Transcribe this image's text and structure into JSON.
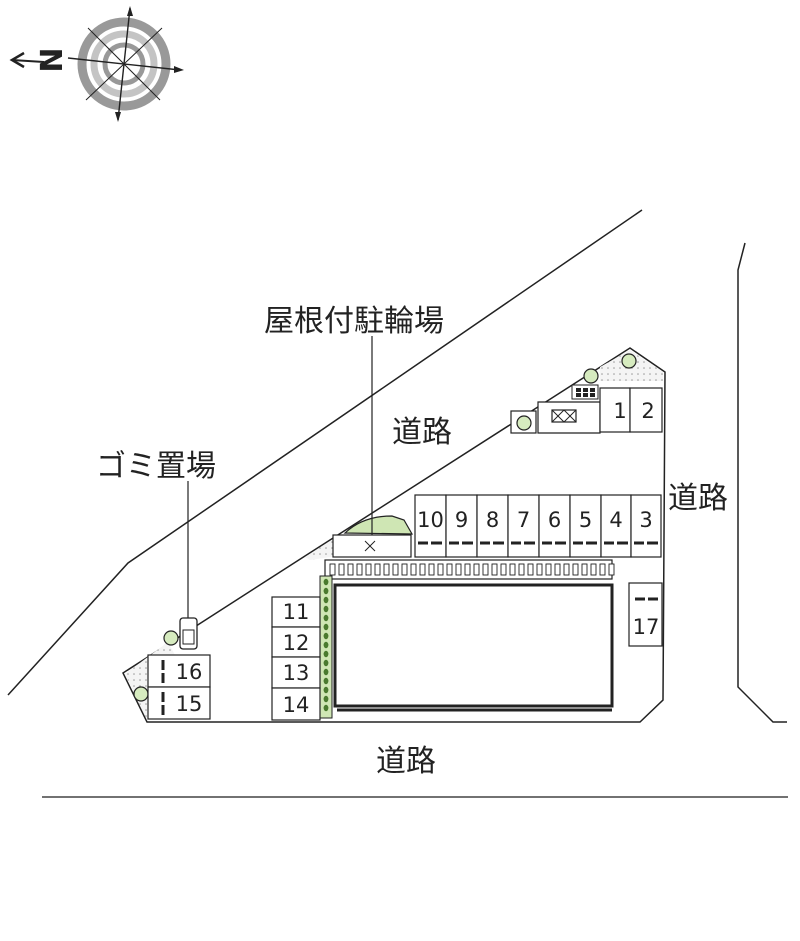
{
  "compass": {
    "north_label": "N",
    "icon": "compass-rose-icon"
  },
  "labels": {
    "covered_bicycle_parking": "屋根付駐輪場",
    "garbage_area": "ゴミ置場",
    "road_center": "道路",
    "road_right": "道路",
    "road_bottom": "道路"
  },
  "parking_spaces": [
    "1",
    "2",
    "3",
    "4",
    "5",
    "6",
    "7",
    "8",
    "9",
    "10",
    "11",
    "12",
    "13",
    "14",
    "15",
    "16",
    "17"
  ],
  "colors": {
    "line": "#222222",
    "greenery": "#cfe6b4",
    "greenery_dark": "#4a7a2e",
    "ground": "#f0f0f0"
  }
}
